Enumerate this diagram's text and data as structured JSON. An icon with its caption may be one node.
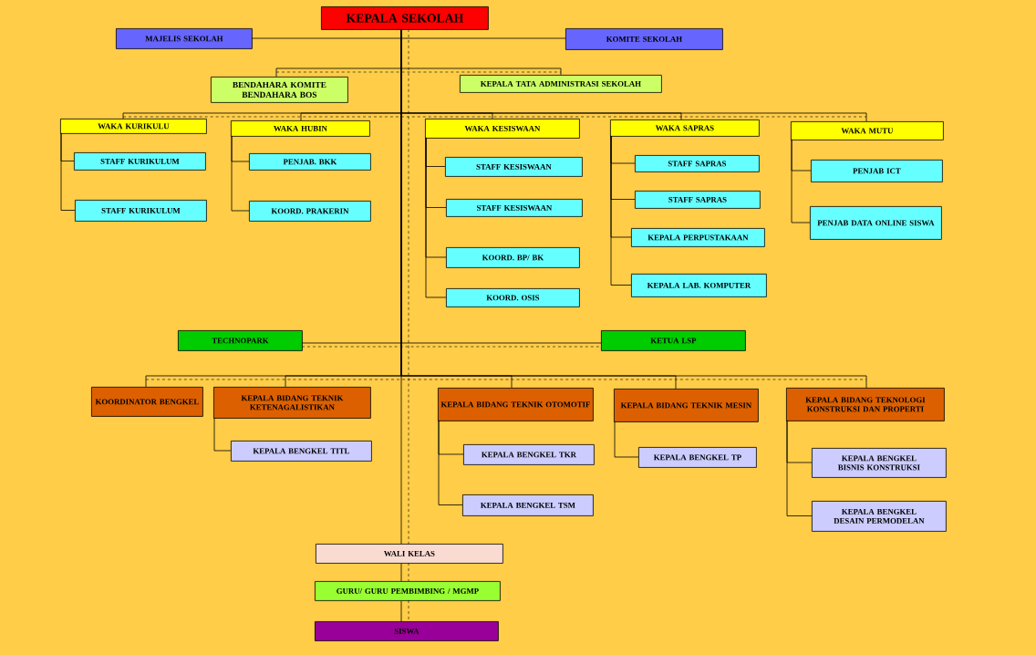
{
  "diagram": {
    "nodes": [
      {
        "text": [
          "KEPALA SEKOLAH"
        ]
      },
      {
        "text": [
          "MAJELIS SEKOLAH"
        ]
      },
      {
        "text": [
          "KOMITE SEKOLAH"
        ]
      },
      {
        "text": [
          "BENDAHARA KOMITE",
          "BENDAHARA BOS"
        ]
      },
      {
        "text": [
          "KEPALA TATA ADMINISTRASI SEKOLAH"
        ]
      },
      {
        "text": [
          "WAKA KURIKULU"
        ]
      },
      {
        "text": [
          "STAFF KURIKULUM"
        ]
      },
      {
        "text": [
          "STAFF KURIKULUM"
        ]
      },
      {
        "text": [
          "WAKA HUBIN"
        ]
      },
      {
        "text": [
          "PENJAB. BKK"
        ]
      },
      {
        "text": [
          "KOORD. PRAKERIN"
        ]
      },
      {
        "text": [
          "WAKA KESISWAAN"
        ]
      },
      {
        "text": [
          "STAFF KESISWAAN"
        ]
      },
      {
        "text": [
          "STAFF KESISWAAN"
        ]
      },
      {
        "text": [
          "KOORD. BP/ BK"
        ]
      },
      {
        "text": [
          "KOORD. OSIS"
        ]
      },
      {
        "text": [
          "WAKA SAPRAS"
        ]
      },
      {
        "text": [
          "STAFF SAPRAS"
        ]
      },
      {
        "text": [
          "STAFF SAPRAS"
        ]
      },
      {
        "text": [
          "KEPALA PERPUSTAKAAN"
        ]
      },
      {
        "text": [
          "KEPALA  LAB. KOMPUTER"
        ]
      },
      {
        "text": [
          "WAKA MUTU"
        ]
      },
      {
        "text": [
          "PENJAB ICT"
        ]
      },
      {
        "text": [
          "PENJAB DATA ONLINE SISWA"
        ]
      },
      {
        "text": [
          "TECHNOPARK"
        ]
      },
      {
        "text": [
          "KETUA LSP"
        ]
      },
      {
        "text": [
          "KOORDINATOR BENGKEL"
        ]
      },
      {
        "text": [
          "KEPALA BIDANG TEKNIK KETENAGALISTIKAN"
        ]
      },
      {
        "text": [
          "KEPALA BENGKEL TITL"
        ]
      },
      {
        "text": [
          "KEPALA BIDANG TEKNIK OTOMOTIF"
        ]
      },
      {
        "text": [
          "KEPALA BENGKEL TKR"
        ]
      },
      {
        "text": [
          "KEPALA BENGKEL TSM"
        ]
      },
      {
        "text": [
          "KEPALA BIDANG TEKNIK MESIN"
        ]
      },
      {
        "text": [
          "KEPALA BENGKEL TP"
        ]
      },
      {
        "text": [
          "KEPALA BIDANG TEKNOLOGI KONSTRUKSI DAN PROPERTI"
        ]
      },
      {
        "text": [
          "KEPALA BENGKEL BISNIS KONSTRUKSI"
        ]
      },
      {
        "text": [
          "KEPALA BENGKEL DESAIN PERMODELAN"
        ]
      },
      {
        "text": [
          "WALI KELAS"
        ]
      },
      {
        "text": [
          "GURU/ GURU PEMBIMBING / MGMP"
        ]
      },
      {
        "text": [
          "SISWA"
        ]
      }
    ],
    "edges": [
      {
        "from": 0,
        "to": 1,
        "arrow": "none"
      },
      {
        "from": 0,
        "to": 2,
        "arrow": "none"
      },
      {
        "from": 0,
        "to": 3,
        "arrow": "none"
      },
      {
        "from": 0,
        "to": 4,
        "arrow": "none"
      },
      {
        "from": 0,
        "to": 5,
        "arrow": "none"
      },
      {
        "from": 5,
        "to": 6,
        "arrow": "none"
      },
      {
        "from": 5,
        "to": 7,
        "arrow": "none"
      },
      {
        "from": 0,
        "to": 8,
        "arrow": "none"
      },
      {
        "from": 8,
        "to": 9,
        "arrow": "none"
      },
      {
        "from": 8,
        "to": 10,
        "arrow": "none"
      },
      {
        "from": 0,
        "to": 11,
        "arrow": "none"
      },
      {
        "from": 11,
        "to": 12,
        "arrow": "none"
      },
      {
        "from": 11,
        "to": 13,
        "arrow": "none"
      },
      {
        "from": 11,
        "to": 14,
        "arrow": "none"
      },
      {
        "from": 11,
        "to": 15,
        "arrow": "none"
      },
      {
        "from": 0,
        "to": 16,
        "arrow": "none"
      },
      {
        "from": 16,
        "to": 17,
        "arrow": "none"
      },
      {
        "from": 16,
        "to": 18,
        "arrow": "none"
      },
      {
        "from": 16,
        "to": 19,
        "arrow": "none"
      },
      {
        "from": 16,
        "to": 20,
        "arrow": "none"
      },
      {
        "from": 0,
        "to": 21,
        "arrow": "none"
      },
      {
        "from": 21,
        "to": 22,
        "arrow": "none"
      },
      {
        "from": 21,
        "to": 23,
        "arrow": "none"
      },
      {
        "from": 0,
        "to": 24,
        "arrow": "none"
      },
      {
        "from": 0,
        "to": 25,
        "arrow": "none"
      },
      {
        "from": 0,
        "to": 26,
        "arrow": "none"
      },
      {
        "from": 0,
        "to": 27,
        "arrow": "none"
      },
      {
        "from": 27,
        "to": 28,
        "arrow": "none"
      },
      {
        "from": 0,
        "to": 29,
        "arrow": "none"
      },
      {
        "from": 29,
        "to": 30,
        "arrow": "none"
      },
      {
        "from": 29,
        "to": 31,
        "arrow": "none"
      },
      {
        "from": 0,
        "to": 32,
        "arrow": "none"
      },
      {
        "from": 32,
        "to": 33,
        "arrow": "none"
      },
      {
        "from": 0,
        "to": 34,
        "arrow": "none"
      },
      {
        "from": 34,
        "to": 35,
        "arrow": "none"
      },
      {
        "from": 34,
        "to": 36,
        "arrow": "none"
      },
      {
        "from": 0,
        "to": 37,
        "arrow": "none"
      },
      {
        "from": 37,
        "to": 38,
        "arrow": "none"
      },
      {
        "from": 38,
        "to": 39,
        "arrow": "none"
      },
      {
        "from": 3,
        "to": 4,
        "arrow": "none",
        "style": "dashed"
      },
      {
        "from": 5,
        "to": 21,
        "arrow": "none",
        "style": "dashed"
      },
      {
        "from": 24,
        "to": 25,
        "arrow": "none",
        "style": "dashed"
      },
      {
        "from": 26,
        "to": 34,
        "arrow": "none",
        "style": "dashed"
      },
      {
        "from": 0,
        "to": 37,
        "arrow": "none",
        "style": "dashed"
      },
      {
        "from": 37,
        "to": 38,
        "arrow": "none",
        "style": "dashed"
      },
      {
        "from": 38,
        "to": 39,
        "arrow": "none",
        "style": "dashed"
      }
    ]
  }
}
